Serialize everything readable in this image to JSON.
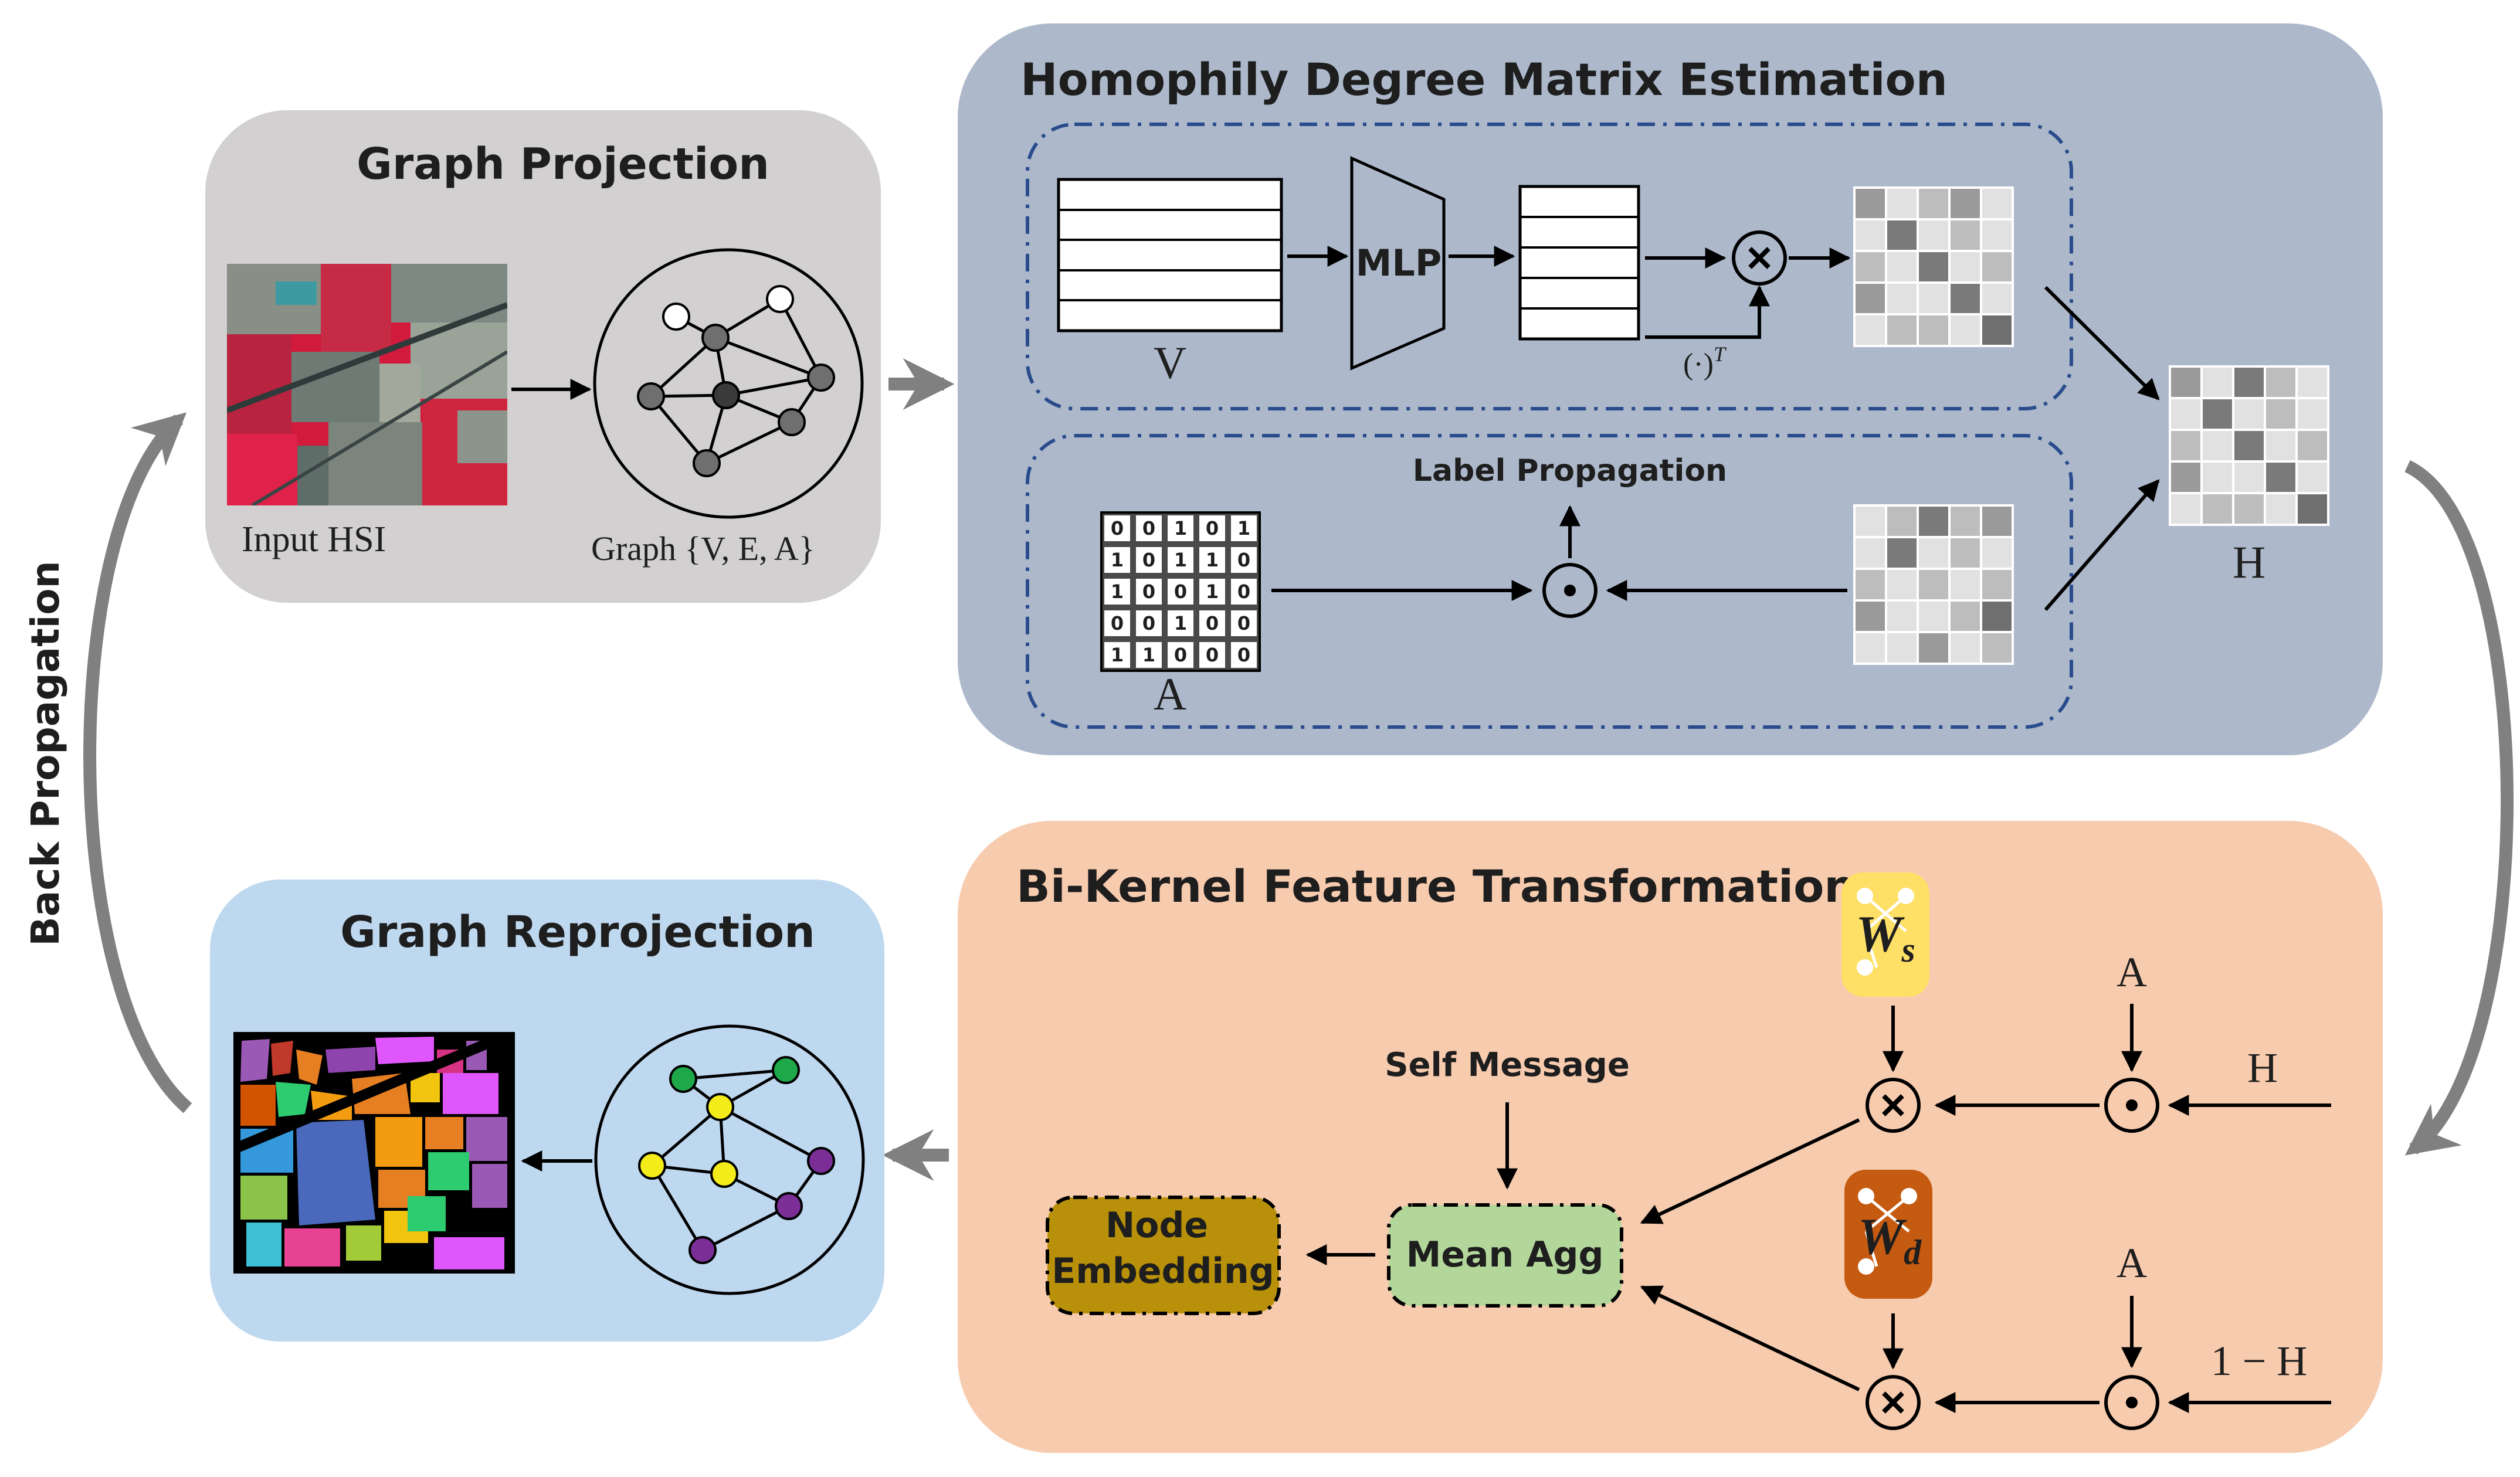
{
  "side_label": "Back Propagation",
  "graph_projection": {
    "title": "Graph Projection",
    "input_label": "Input HSI",
    "graph_label": "Graph {V, E, A}"
  },
  "homophily": {
    "title": "Homophily Degree Matrix Estimation",
    "mlp_label": "MLP",
    "v_label": "V",
    "transpose_label": "(·)",
    "transpose_sup": "T",
    "label_propagation": "Label Propagation",
    "a_label": "A",
    "h_label": "H",
    "adjacency_matrix": [
      [
        "0",
        "0",
        "1",
        "0",
        "1"
      ],
      [
        "1",
        "0",
        "1",
        "1",
        "0"
      ],
      [
        "1",
        "0",
        "0",
        "1",
        "0"
      ],
      [
        "0",
        "0",
        "1",
        "0",
        "0"
      ],
      [
        "1",
        "1",
        "0",
        "0",
        "0"
      ]
    ]
  },
  "bikernel": {
    "title": "Bi-Kernel Feature Transformation",
    "ws_main": "W",
    "ws_sub": "s",
    "wd_main": "W",
    "wd_sub": "d",
    "a_top": "A",
    "a_bottom": "A",
    "h_input": "H",
    "one_minus_h": "1 − H",
    "self_message": "Self Message",
    "mean_agg": "Mean Agg",
    "node_embedding_line1": "Node",
    "node_embedding_line2": "Embedding"
  },
  "reprojection": {
    "title": "Graph Reprojection"
  },
  "colors": {
    "projection_panel": "#d2d0d0",
    "homophily_panel": "#adb9cb",
    "bikernel_panel": "#f7cbae",
    "reprojection_panel": "#bed8ef",
    "dash_blue": "#2a4c8c",
    "ws_yellow": "#ffe066",
    "wd_orange": "#c55a11",
    "mean_agg_green": "#b3d79a",
    "node_embedding_gold": "#b8900a"
  }
}
